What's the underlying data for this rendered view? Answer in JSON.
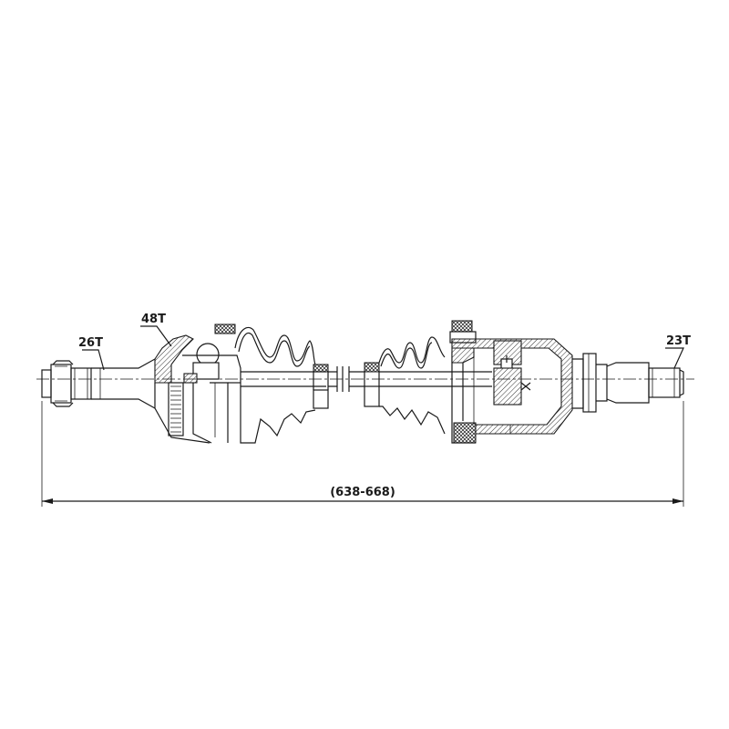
{
  "labels": {
    "outer_spline": "26T",
    "abs_ring": "48T",
    "inner_spline": "23T",
    "overall_length": "(638-668)"
  }
}
